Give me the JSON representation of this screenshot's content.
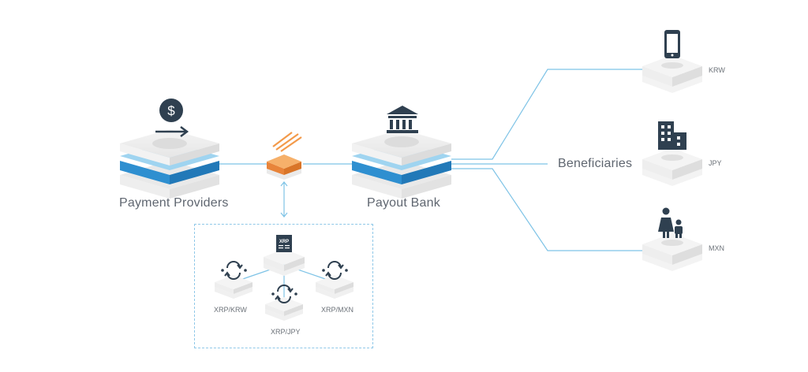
{
  "nodes": {
    "payment_providers": "Payment Providers",
    "payout_bank": "Payout Bank",
    "beneficiaries": "Beneficiaries"
  },
  "currencies": {
    "krw": "KRW",
    "jpy": "JPY",
    "mxn": "MXN"
  },
  "xrp_pairs": {
    "krw": "XRP/KRW",
    "jpy": "XRP/JPY",
    "mxn": "XRP/MXN"
  },
  "xrp_ledger": {
    "label": "XRP"
  },
  "icons": {
    "provider": "dollar-coin-arrow-icon",
    "bank": "bank-building-icon",
    "ripple": "ripple-stripes-icon",
    "phone": "smartphone-icon",
    "office": "office-building-icon",
    "people": "parent-child-icon",
    "exchange": "currency-exchange-icon"
  },
  "colors": {
    "line": "#7ec3e6",
    "blue_layer": "#2e8fd0",
    "orange_block": "#f39a4a",
    "icon_dark": "#2f4050"
  }
}
